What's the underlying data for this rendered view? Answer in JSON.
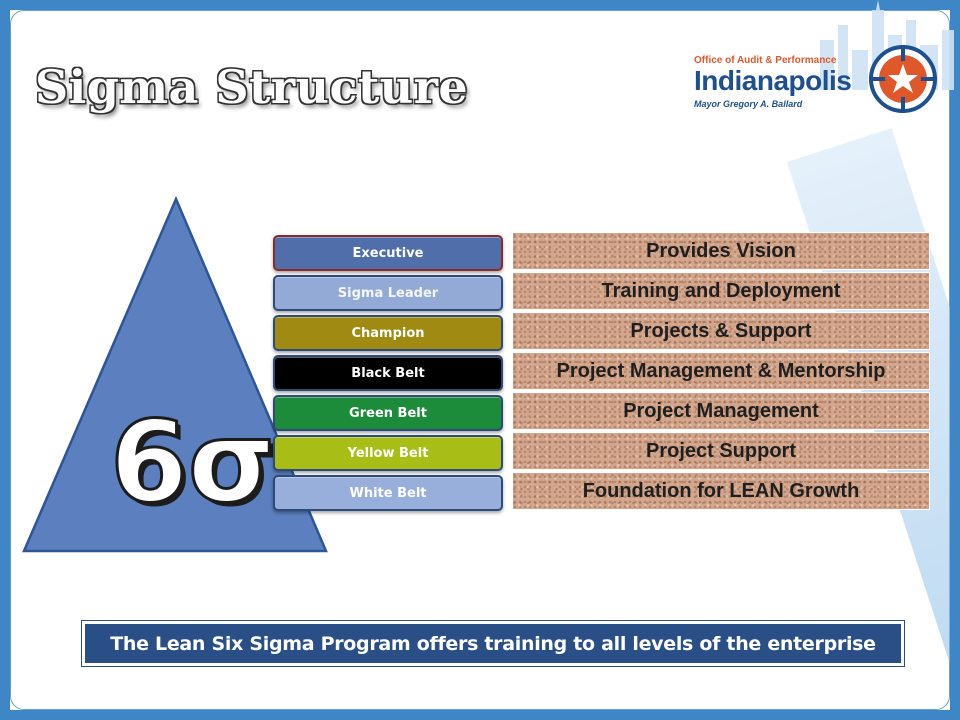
{
  "title": "Sigma Structure",
  "logo": {
    "line1": "Office of Audit & Performance",
    "line2": "Indianapolis",
    "line3": "Mayor Gregory A. Ballard"
  },
  "pyramid_symbol": "6σ",
  "belts": [
    {
      "label": "Executive",
      "color": "#4f6eaa"
    },
    {
      "label": "Sigma Leader",
      "color": "#93aad6"
    },
    {
      "label": "Champion",
      "color": "#a08a12"
    },
    {
      "label": "Black Belt",
      "color": "#000000"
    },
    {
      "label": "Green Belt",
      "color": "#1d8c3a"
    },
    {
      "label": "Yellow Belt",
      "color": "#a8bd15"
    },
    {
      "label": "White Belt",
      "color": "#98aedb"
    }
  ],
  "roles": [
    "Provides Vision",
    "Training and Deployment",
    "Projects & Support",
    "Project Management & Mentorship",
    "Project Management",
    "Project Support",
    "Foundation for LEAN Growth"
  ],
  "banner": "The Lean Six Sigma Program offers training to all levels of the enterprise",
  "colors": {
    "frame": "#3f86c6",
    "banner": "#2a4f86",
    "pyramid": "#5b7fbf",
    "logo_orange": "#e0582a",
    "logo_blue": "#1e4f8f"
  }
}
